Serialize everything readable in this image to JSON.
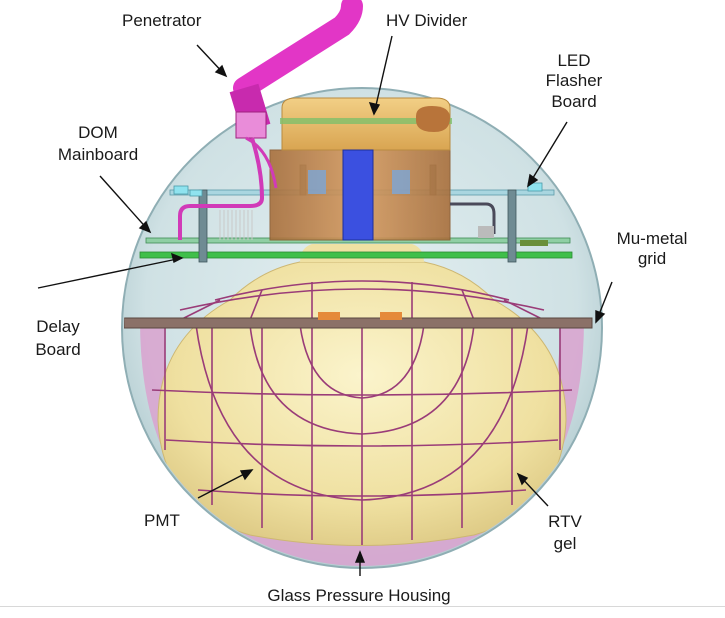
{
  "labels": {
    "penetrator": "Penetrator",
    "hv_divider": "HV Divider",
    "led_line1": "LED",
    "led_line2": "Flasher",
    "led_line3": "Board",
    "dom_line1": "DOM",
    "dom_line2": "Mainboard",
    "mu_line1": "Mu-metal",
    "mu_line2": "grid",
    "delay_line1": "Delay",
    "delay_line2": "Board",
    "pmt": "PMT",
    "rtv_line1": "RTV",
    "rtv_line2": "gel",
    "glass": "Glass Pressure Housing"
  },
  "colors": {
    "glass_fill": "#cfe1e4",
    "glass_edge": "#9fb9be",
    "pmt_fill": "#f3e7a6",
    "gel_fill": "#d9a2cf",
    "grid_line": "#9a3c78",
    "penetrator": "#e236c6",
    "board_green": "#3fbf4a",
    "hv_blue": "#3b50e0",
    "hv_orange": "#e3b562",
    "copper": "#b8814e"
  }
}
